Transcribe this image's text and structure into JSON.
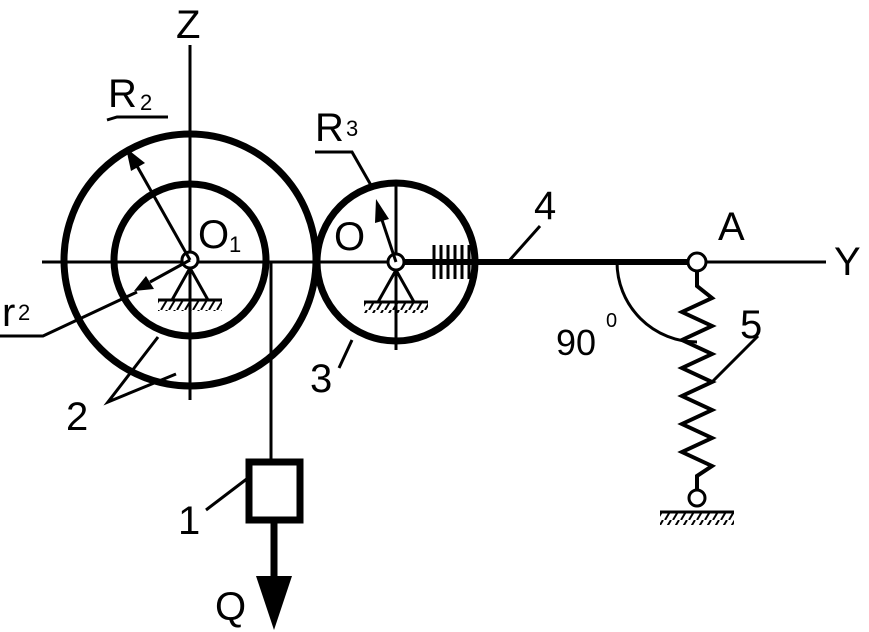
{
  "axes": {
    "z_label": "Z",
    "y_label": "Y"
  },
  "radii": {
    "R2_main": "R",
    "R2_sub": "2",
    "r2_main": "r",
    "r2_sub": "2",
    "R3_main": "R",
    "R3_sub": "3"
  },
  "centers": {
    "O1_main": "O",
    "O1_sub": "1",
    "O_label": "O"
  },
  "points": {
    "A_label": "A"
  },
  "angle": {
    "value": "90",
    "degree_mark": "0"
  },
  "parts": {
    "part1": "1",
    "part2": "2",
    "part3": "3",
    "part4": "4",
    "part5": "5"
  },
  "load": {
    "Q_label": "Q"
  },
  "colors": {
    "ink": "#000000",
    "background": "#ffffff"
  }
}
